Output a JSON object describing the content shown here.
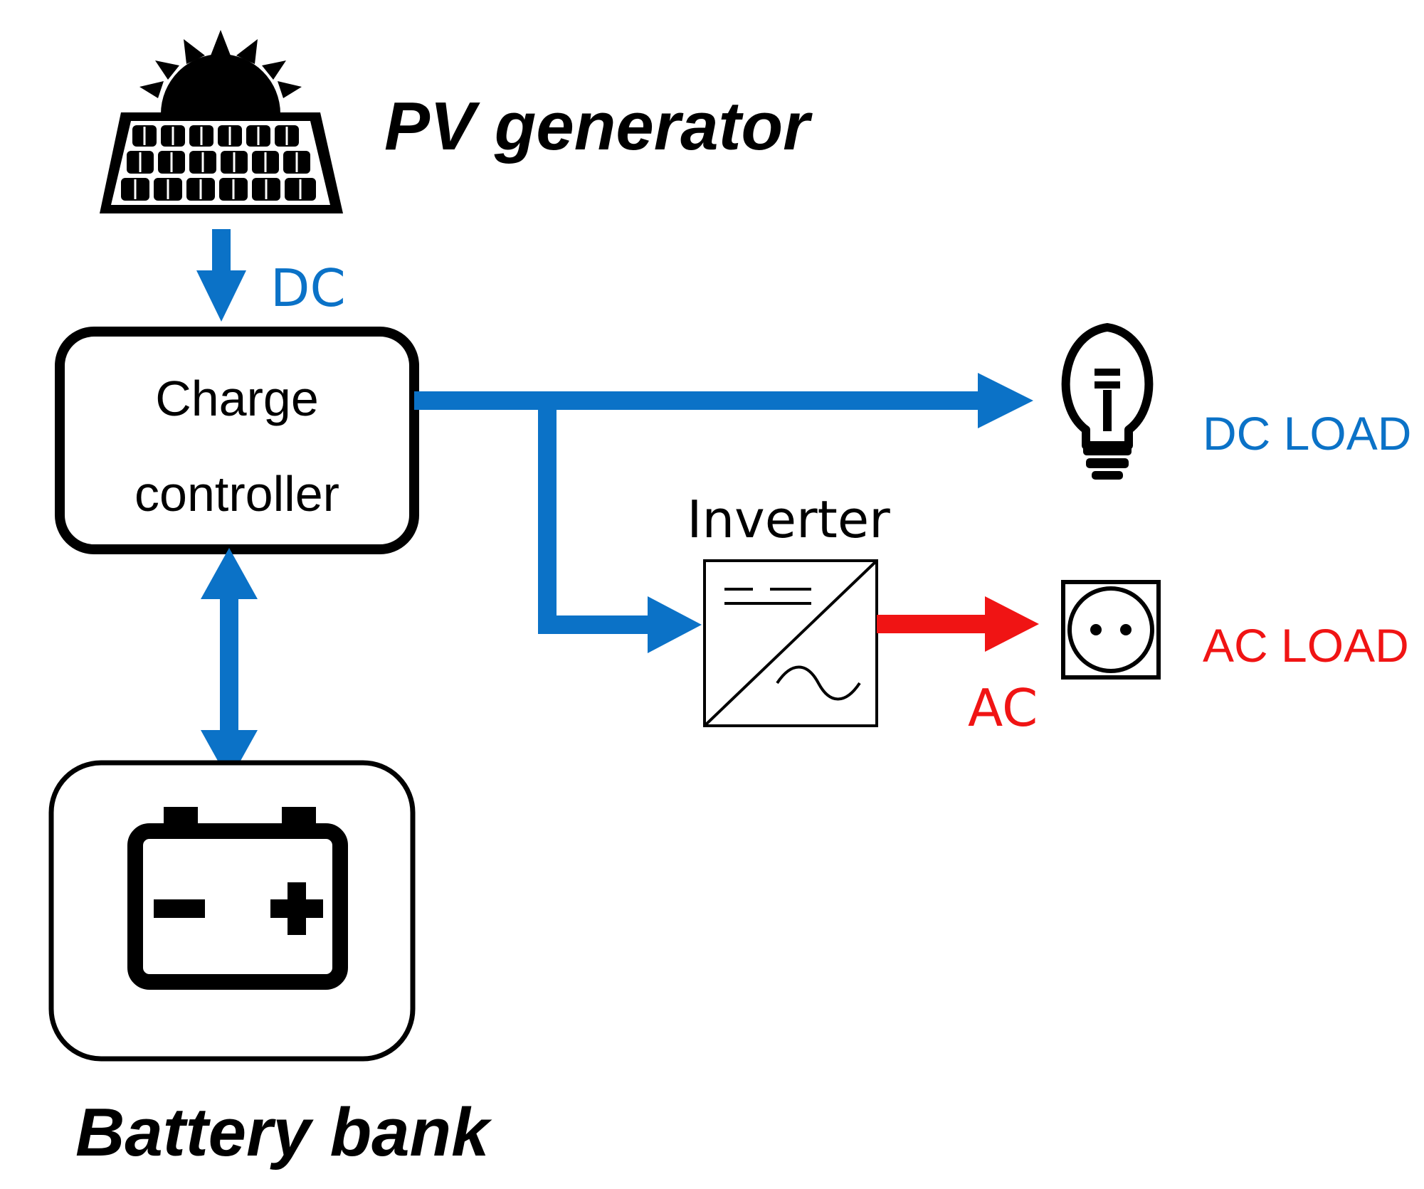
{
  "colors": {
    "dc_blue": "#0b72c7",
    "ac_red": "#f01414",
    "stroke": "#000000"
  },
  "icons": {
    "pv": "solar-panel-icon",
    "battery": "battery-icon",
    "dc_load": "light-bulb-icon",
    "ac_load": "power-socket-icon",
    "inverter": "inverter-dc-ac-icon"
  },
  "labels": {
    "pv_generator": "PV generator",
    "dc_flow": "DC",
    "charge_controller_line1": "Charge",
    "charge_controller_line2": "controller",
    "inverter": "Inverter",
    "dc_load": "DC LOAD",
    "ac_load": "AC LOAD",
    "ac_flow": "AC",
    "battery_bank": "Battery bank"
  }
}
